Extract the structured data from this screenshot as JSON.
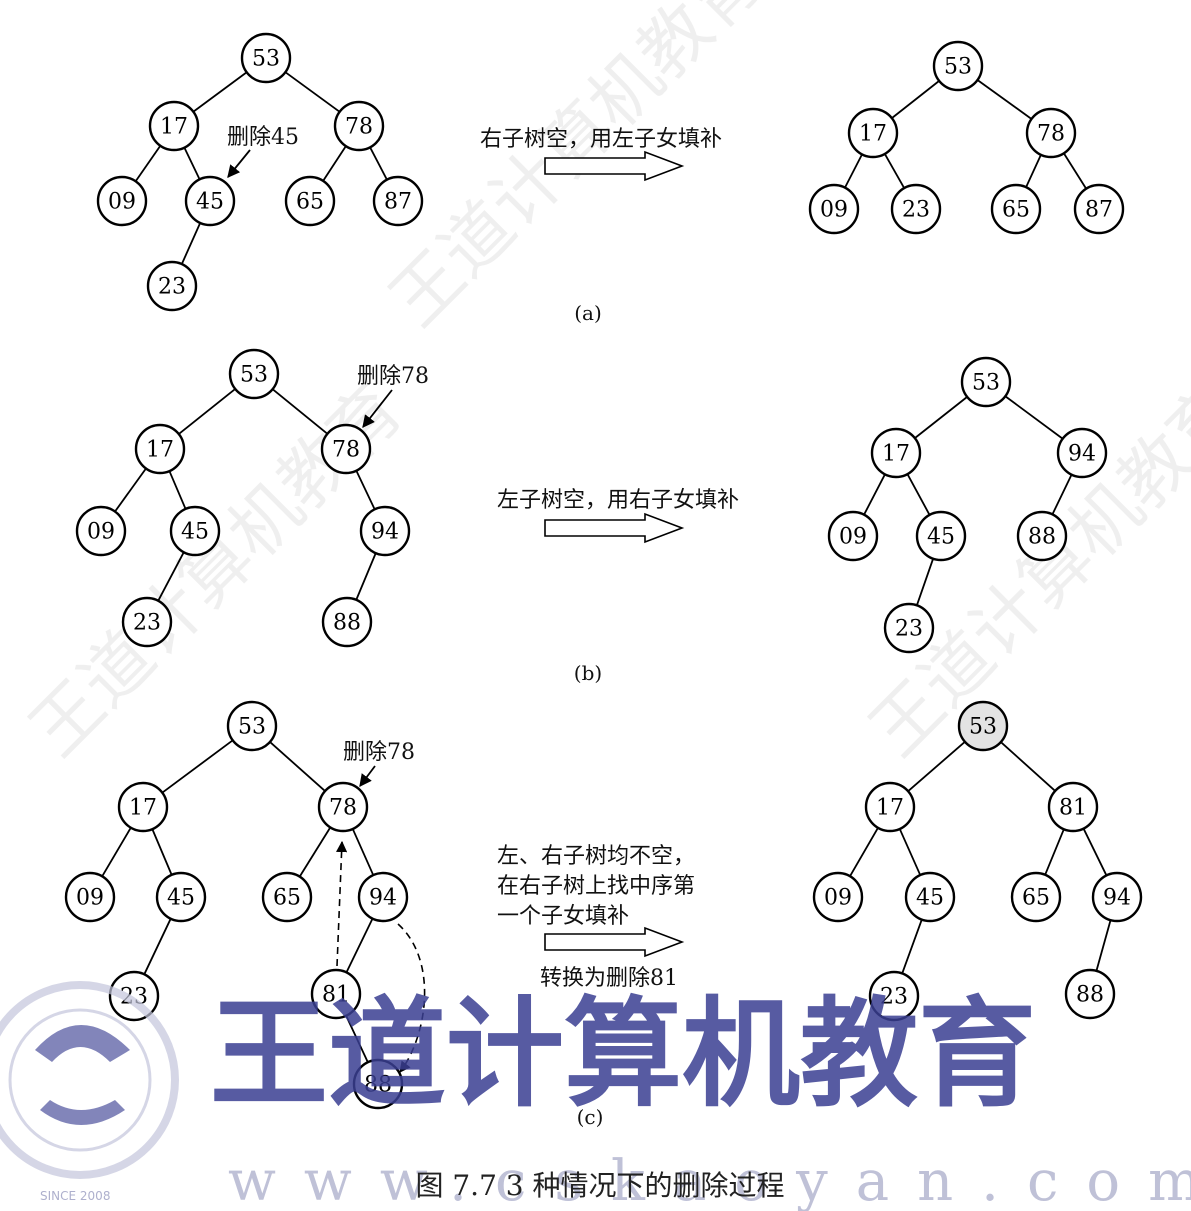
{
  "panels": [
    {
      "id": "a",
      "label": "(a)",
      "annotation": "删除45",
      "op_text": [
        "右子树空，用左子女填补"
      ],
      "arrow_note": "",
      "before": {
        "nodes": [
          "53",
          "17",
          "78",
          "09",
          "45",
          "65",
          "87",
          "23"
        ],
        "edges": [
          [
            "53",
            "17"
          ],
          [
            "53",
            "78"
          ],
          [
            "17",
            "09"
          ],
          [
            "17",
            "45"
          ],
          [
            "78",
            "65"
          ],
          [
            "78",
            "87"
          ],
          [
            "45",
            "23"
          ]
        ]
      },
      "after": {
        "nodes": [
          "53",
          "17",
          "78",
          "09",
          "23",
          "65",
          "87"
        ],
        "edges": [
          [
            "53",
            "17"
          ],
          [
            "53",
            "78"
          ],
          [
            "17",
            "09"
          ],
          [
            "17",
            "23"
          ],
          [
            "78",
            "65"
          ],
          [
            "78",
            "87"
          ]
        ]
      }
    },
    {
      "id": "b",
      "label": "(b)",
      "annotation": "删除78",
      "op_text": [
        "左子树空，用右子女填补"
      ],
      "arrow_note": "",
      "before": {
        "nodes": [
          "53",
          "17",
          "78",
          "09",
          "45",
          "94",
          "23",
          "88"
        ],
        "edges": [
          [
            "53",
            "17"
          ],
          [
            "53",
            "78"
          ],
          [
            "17",
            "09"
          ],
          [
            "17",
            "45"
          ],
          [
            "78",
            "94"
          ],
          [
            "45",
            "23"
          ],
          [
            "94",
            "88"
          ]
        ]
      },
      "after": {
        "nodes": [
          "53",
          "17",
          "94",
          "09",
          "45",
          "88",
          "23"
        ],
        "edges": [
          [
            "53",
            "17"
          ],
          [
            "53",
            "94"
          ],
          [
            "17",
            "09"
          ],
          [
            "17",
            "45"
          ],
          [
            "94",
            "88"
          ],
          [
            "45",
            "23"
          ]
        ]
      }
    },
    {
      "id": "c",
      "label": "(c)",
      "annotation": "删除78",
      "op_text": [
        "左、右子树均不空，",
        "在右子树上找中序第",
        "一个子女填补"
      ],
      "arrow_note": "转换为删除81",
      "before": {
        "nodes": [
          "53",
          "17",
          "78",
          "09",
          "45",
          "65",
          "94",
          "23",
          "81",
          "88"
        ],
        "edges": [
          [
            "53",
            "17"
          ],
          [
            "53",
            "78"
          ],
          [
            "17",
            "09"
          ],
          [
            "17",
            "45"
          ],
          [
            "78",
            "65"
          ],
          [
            "78",
            "94"
          ],
          [
            "45",
            "23"
          ],
          [
            "94",
            "81"
          ],
          [
            "81",
            "88"
          ]
        ]
      },
      "after": {
        "nodes": [
          "53",
          "17",
          "81",
          "09",
          "45",
          "65",
          "94",
          "23",
          "88"
        ],
        "edges": [
          [
            "53",
            "17"
          ],
          [
            "53",
            "81"
          ],
          [
            "17",
            "09"
          ],
          [
            "17",
            "45"
          ],
          [
            "81",
            "65"
          ],
          [
            "81",
            "94"
          ],
          [
            "45",
            "23"
          ],
          [
            "94",
            "88"
          ]
        ]
      }
    }
  ],
  "caption": "图 7.7   3 种情况下的删除过程",
  "watermark": {
    "brand": "王道计算机教育",
    "url": "www.cskaoyan.com",
    "seal_text": "SINCE 2008"
  }
}
